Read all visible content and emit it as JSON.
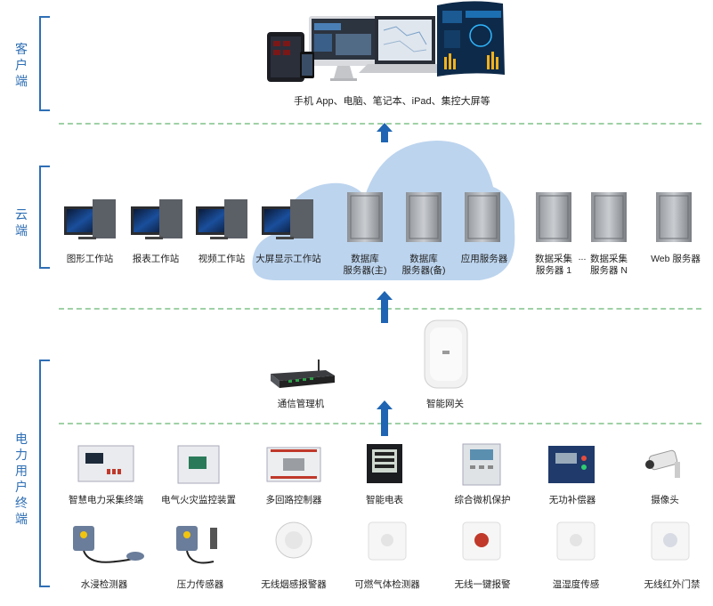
{
  "layers": {
    "client": {
      "title": "客户端"
    },
    "cloud": {
      "title": "云端"
    },
    "user": {
      "title": "电力用户终端"
    }
  },
  "client": {
    "caption": "手机 App、电脑、笔记本、iPad、集控大屏等"
  },
  "cloud": {
    "workstations": [
      {
        "label": "图形工作站"
      },
      {
        "label": "报表工作站"
      },
      {
        "label": "视频工作站"
      },
      {
        "label": "大屏显示工作站"
      }
    ],
    "servers": [
      {
        "line1": "数据库",
        "line2": "服务器(主)"
      },
      {
        "line1": "数据库",
        "line2": "服务器(备)"
      },
      {
        "line1": "应用服务器",
        "line2": ""
      },
      {
        "line1": "数据采集",
        "line2": "服务器 1"
      },
      {
        "line1": "数据采集",
        "line2": "服务器 N"
      },
      {
        "line1": "Web 服务器",
        "line2": ""
      }
    ],
    "ellipsis": "..."
  },
  "gateway": {
    "comm_manager": "通信管理机",
    "smart_gateway": "智能网关"
  },
  "devices_row1": [
    {
      "label": "智慧电力采集终端",
      "icon": "power-collector-icon"
    },
    {
      "label": "电气火灾监控装置",
      "icon": "fire-monitor-icon"
    },
    {
      "label": "多回路控制器",
      "icon": "multi-loop-controller-icon"
    },
    {
      "label": "智能电表",
      "icon": "smart-meter-icon"
    },
    {
      "label": "综合微机保护",
      "icon": "microcomputer-protection-icon"
    },
    {
      "label": "无功补偿器",
      "icon": "reactive-compensator-icon"
    },
    {
      "label": "摄像头",
      "icon": "camera-icon"
    }
  ],
  "devices_row2": [
    {
      "label": "水浸检测器",
      "icon": "water-leak-sensor-icon"
    },
    {
      "label": "压力传感器",
      "icon": "pressure-sensor-icon"
    },
    {
      "label": "无线烟感报警器",
      "icon": "smoke-alarm-icon"
    },
    {
      "label": "可燃气体检测器",
      "icon": "gas-detector-icon"
    },
    {
      "label": "无线一键报警",
      "icon": "panic-button-icon"
    },
    {
      "label": "温湿度传感",
      "icon": "temp-humidity-sensor-icon"
    },
    {
      "label": "无线红外门禁",
      "icon": "infrared-door-sensor-icon"
    }
  ],
  "colors": {
    "accent": "#2f6fb5",
    "arrow": "#1f65b3",
    "cloud": "#bcd4ee",
    "divider": "#9fd1a6"
  }
}
